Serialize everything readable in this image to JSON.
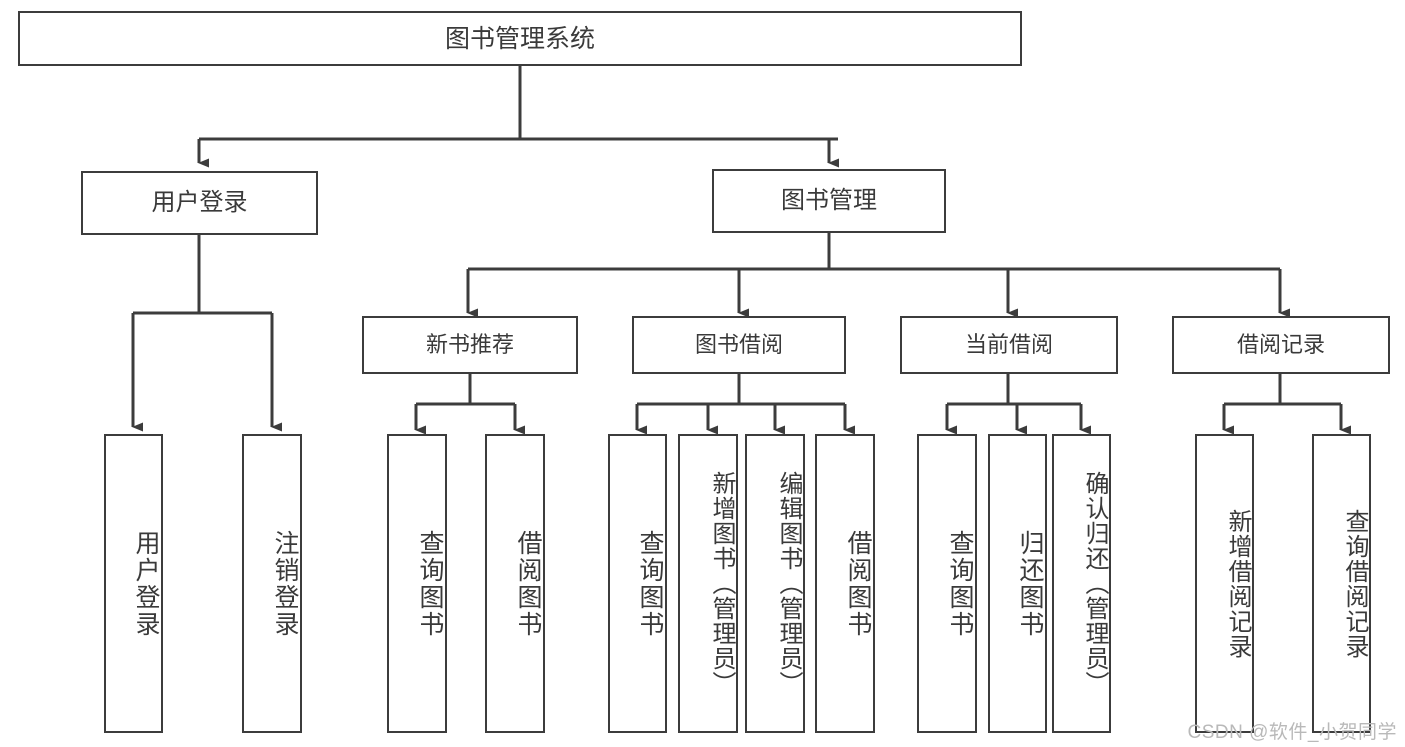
{
  "diagram": {
    "type": "tree",
    "title": "图书管理系统",
    "orientation": "top-down",
    "colors": {
      "node_border": "#3c3c3c",
      "node_fill": "#ffffff",
      "text": "#3a3a3a",
      "edge": "#3c3c3c",
      "background": "#ffffff",
      "watermark": "#b9b9b9"
    }
  },
  "nodes": {
    "root": {
      "label": "图书管理系统"
    },
    "level1": [
      {
        "id": "user-login",
        "label": "用户登录"
      },
      {
        "id": "book-manage",
        "label": "图书管理"
      }
    ],
    "level2": [
      {
        "id": "new-book-rec",
        "label": "新书推荐"
      },
      {
        "id": "book-borrow",
        "label": "图书借阅"
      },
      {
        "id": "current-borrow",
        "label": "当前借阅"
      },
      {
        "id": "borrow-record",
        "label": "借阅记录"
      }
    ],
    "leaves": {
      "user_login": [
        {
          "id": "leaf-user-login",
          "label": "用户登录"
        },
        {
          "id": "leaf-logout-login",
          "label": "注销登录"
        }
      ],
      "new_book_rec": [
        {
          "id": "leaf-query-book-1",
          "label": "查询图书"
        },
        {
          "id": "leaf-borrow-book-1",
          "label": "借阅图书"
        }
      ],
      "book_borrow": [
        {
          "id": "leaf-query-book-2",
          "label": "查询图书"
        },
        {
          "id": "leaf-add-book",
          "label": "新增图书（管理员）"
        },
        {
          "id": "leaf-edit-book",
          "label": "编辑图书（管理员）"
        },
        {
          "id": "leaf-borrow-book-2",
          "label": "借阅图书"
        }
      ],
      "current_borrow": [
        {
          "id": "leaf-query-book-3",
          "label": "查询图书"
        },
        {
          "id": "leaf-return-book",
          "label": "归还图书"
        },
        {
          "id": "leaf-confirm-return",
          "label": "确认归还（管理员）"
        }
      ],
      "borrow_record": [
        {
          "id": "leaf-add-record",
          "label": "新增借阅记录"
        },
        {
          "id": "leaf-query-record",
          "label": "查询借阅记录"
        }
      ]
    }
  },
  "watermark": {
    "text": "CSDN @软件_小贺同学"
  }
}
